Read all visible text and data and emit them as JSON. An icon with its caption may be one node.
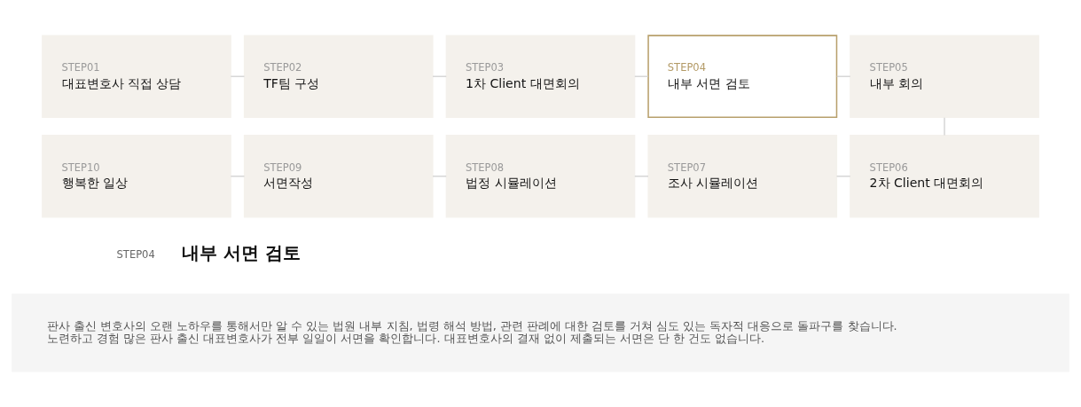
{
  "diagram": {
    "nodes": [
      {
        "text": [
          "STEP01",
          "대표변호사 직접 상담"
        ]
      },
      {
        "text": [
          "STEP02",
          "TF팀 구성"
        ]
      },
      {
        "text": [
          "STEP03",
          "1차 Client 대면회의"
        ]
      },
      {
        "text": [
          "STEP04",
          "내부 서면 검토"
        ]
      },
      {
        "text": [
          "STEP05",
          "내부 회의"
        ]
      },
      {
        "text": [
          "STEP10",
          "행복한 일상"
        ]
      },
      {
        "text": [
          "STEP09",
          "서면작성"
        ]
      },
      {
        "text": [
          "STEP08",
          "법정 시뮬레이션"
        ]
      },
      {
        "text": [
          "STEP07",
          "조사 시뮬레이션"
        ]
      },
      {
        "text": [
          "STEP06",
          "2차 Client 대면회의"
        ]
      },
      {
        "text": [
          "판사 출신 변호사의 오랜 노하우를 통해서만 알 수 있는 법원 내부 지침, 법령 해석 방법, 관련 판례에 대한 검토를 거쳐 심도 있는 독자적 대응으로 돌파구를 찾습니다. 노련하고 경험 많은 판사 출신 대표변호사가 전부 일일이 서면을 확인합니다. 대표변호사의 결재 없이 제출되는 서면은 단 한 건도 없습니다."
        ]
      }
    ],
    "edges": [
      {
        "from": 0,
        "to": 1,
        "arrow": "none"
      },
      {
        "from": 1,
        "to": 2,
        "arrow": "none"
      },
      {
        "from": 2,
        "to": 3,
        "arrow": "none"
      },
      {
        "from": 3,
        "to": 4,
        "arrow": "none"
      },
      {
        "from": 4,
        "to": 9,
        "arrow": "none"
      },
      {
        "from": 8,
        "to": 9,
        "arrow": "none"
      },
      {
        "from": 7,
        "to": 8,
        "arrow": "none"
      },
      {
        "from": 6,
        "to": 7,
        "arrow": "none"
      },
      {
        "from": 5,
        "to": 6,
        "arrow": "none"
      }
    ],
    "labels": [
      "STEP04",
      "내부 서면 검토"
    ]
  }
}
